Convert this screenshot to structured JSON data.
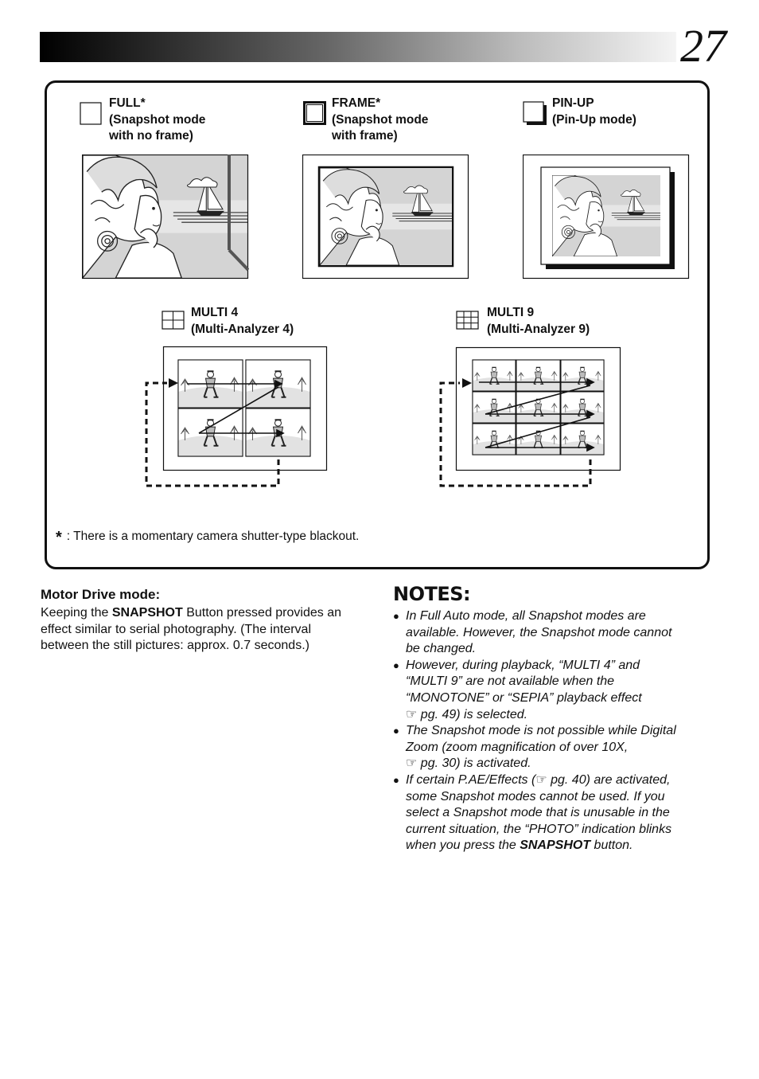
{
  "page_number": "27",
  "modes": {
    "full": {
      "lines": [
        "FULL*",
        "(Snapshot mode",
        "with no frame)"
      ]
    },
    "frame": {
      "lines": [
        "FRAME*",
        "(Snapshot mode",
        "with frame)"
      ]
    },
    "pinup": {
      "lines": [
        "PIN-UP",
        "(Pin-Up mode)"
      ]
    },
    "multi4": {
      "lines": [
        "MULTI 4",
        "(Multi-Analyzer 4)"
      ]
    },
    "multi9": {
      "lines": [
        "MULTI 9",
        "(Multi-Analyzer 9)"
      ]
    }
  },
  "footnote": {
    "star": "*",
    "text": ": There is a momentary camera shutter-type blackout."
  },
  "motor_drive": {
    "heading": "Motor Drive mode:",
    "line1_pre": "Keeping the ",
    "line1_bold": "SNAPSHOT",
    "line1_post": " Button pressed provides an",
    "line2": "effect similar to serial photography. (The interval",
    "line3": "between the still pictures: approx. 0.7 seconds.)"
  },
  "notes": {
    "title": "NOTES:",
    "bullet": "●",
    "ref_icon": "☞",
    "n1": [
      "In Full Auto mode, all Snapshot modes are",
      "available. However, the Snapshot mode cannot",
      "be changed."
    ],
    "n2": [
      "However, during playback, “MULTI 4” and",
      "“MULTI 9” are not available when the",
      "“MONOTONE” or “SEPIA” playback effect",
      "pg. 49) is selected."
    ],
    "n3": [
      "The Snapshot mode is not possible while Digital",
      "Zoom (zoom magnification of over 10X,",
      "pg. 30) is activated."
    ],
    "n4_l1_pre": "If certain P.AE/Effects (",
    "n4_l1_post": " pg. 40) are activated,",
    "n4": [
      "some Snapshot modes cannot be used. If you",
      "select a Snapshot mode that is unusable in the",
      "current situation, the “PHOTO” indication blinks"
    ],
    "n4_last_pre": "when you press the ",
    "n4_last_bold": "SNAPSHOT",
    "n4_last_post": " button."
  }
}
